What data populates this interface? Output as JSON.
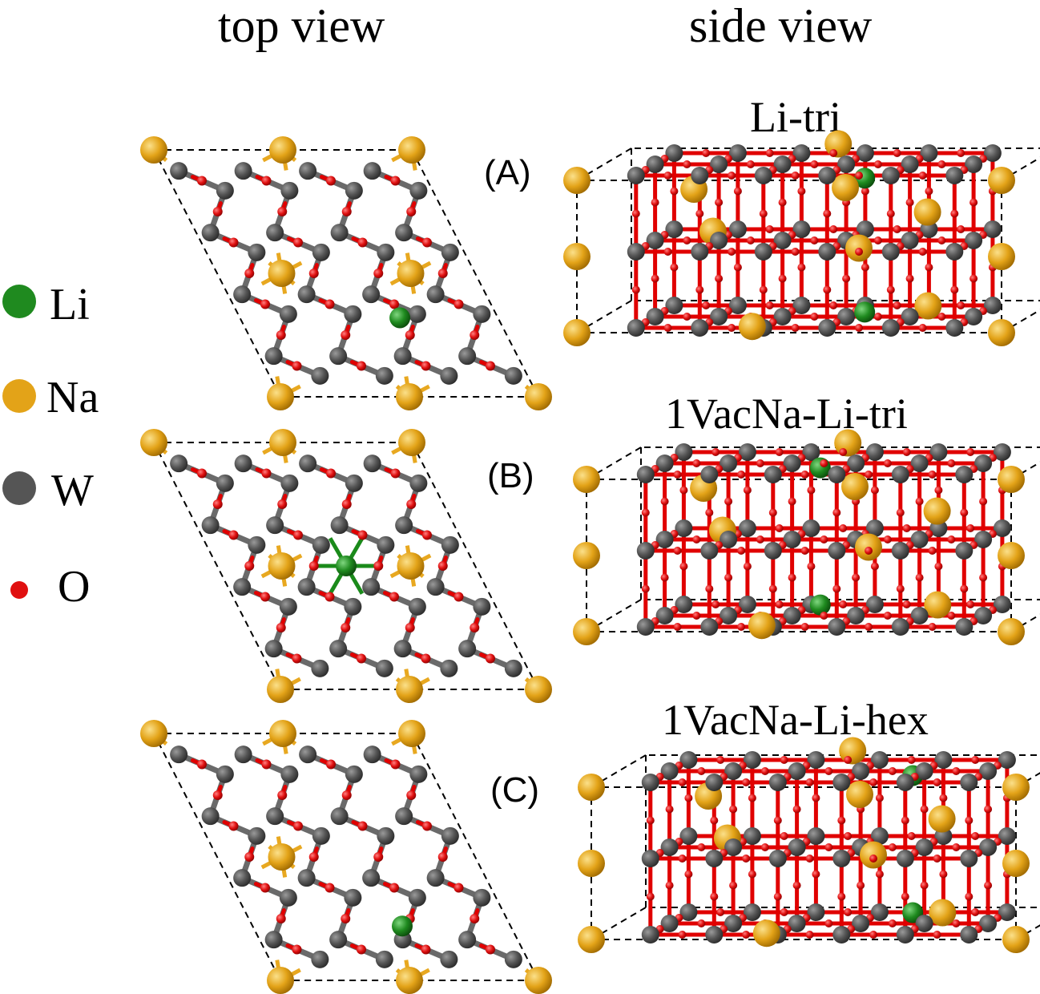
{
  "headers": {
    "top_view": "top view",
    "side_view": "side view"
  },
  "legend": [
    {
      "symbol": "Li",
      "color": "#1f8a1f"
    },
    {
      "symbol": "Na",
      "color": "#e3a318"
    },
    {
      "symbol": "W",
      "color": "#555555"
    },
    {
      "symbol": "O",
      "color": "#e01010"
    }
  ],
  "panels": [
    {
      "label": "(A)",
      "title": "Li-tri",
      "li_site": "tri"
    },
    {
      "label": "(B)",
      "title": "1VacNa-Li-tri",
      "li_site": "center"
    },
    {
      "label": "(C)",
      "title": "1VacNa-Li-hex",
      "li_site": "tri-vac"
    }
  ],
  "colors": {
    "li": "#1f8a1f",
    "na": "#e3a318",
    "w": "#555555",
    "o": "#e01010"
  }
}
